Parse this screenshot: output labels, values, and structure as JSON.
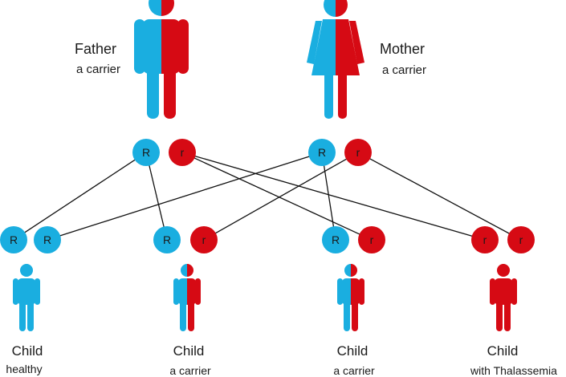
{
  "colors": {
    "dominant": "#1aaee0",
    "recessive": "#d60a14",
    "line": "#111111"
  },
  "icons": {
    "male": "male-figure-icon",
    "female": "female-figure-icon",
    "child": "child-figure-icon"
  },
  "parents": [
    {
      "title": "Father",
      "status": "a carrier",
      "figure": "male",
      "alleles": [
        "R",
        "r"
      ]
    },
    {
      "title": "Mother",
      "status": "a carrier",
      "figure": "female",
      "alleles": [
        "R",
        "r"
      ]
    }
  ],
  "children": [
    {
      "title": "Child",
      "status": "healthy",
      "alleles": [
        "R",
        "R"
      ],
      "phenotype": "healthy"
    },
    {
      "title": "Child",
      "status": "a carrier",
      "alleles": [
        "R",
        "r"
      ],
      "phenotype": "carrier"
    },
    {
      "title": "Child",
      "status": "a carrier",
      "alleles": [
        "R",
        "r"
      ],
      "phenotype": "carrier"
    },
    {
      "title": "Child",
      "status": "with Thalassemia",
      "alleles": [
        "r",
        "r"
      ],
      "phenotype": "affected"
    }
  ]
}
